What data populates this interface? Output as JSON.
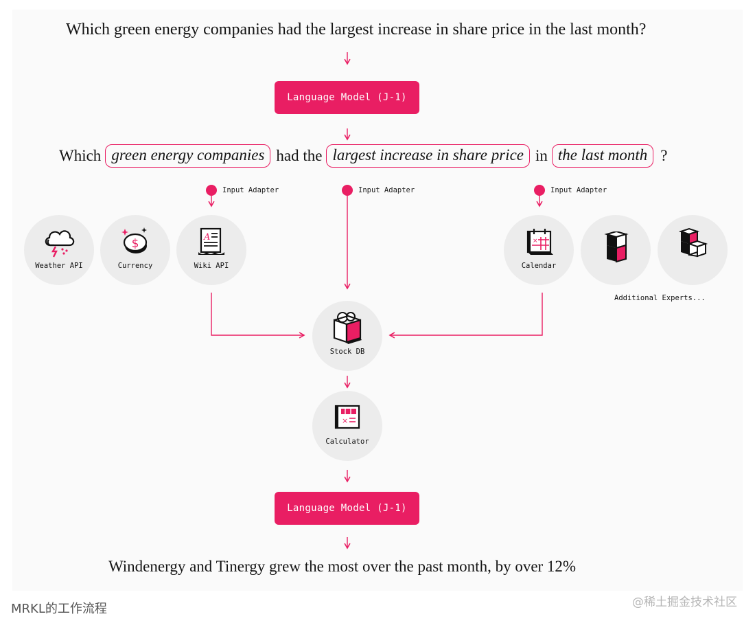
{
  "question": "Which green energy companies had the largest increase in share price in the last month?",
  "language_model_label": "Language Model (J-1)",
  "parsed_query": {
    "w1": "Which",
    "chip1": "green energy companies",
    "w2": "had the",
    "chip2": "largest increase in share price",
    "w3": "in",
    "chip3": "the last month",
    "end": "?"
  },
  "adapter_label": "Input Adapter",
  "experts": {
    "weather": "Weather API",
    "currency": "Currency",
    "wiki": "Wiki API",
    "calendar": "Calendar",
    "stock_db": "Stock DB",
    "calculator": "Calculator",
    "additional": "Additional Experts..."
  },
  "answer": "Windenergy and Tinergy grew the most over the past month, by over 12%",
  "caption_left": "MRKL的工作流程",
  "watermark": "@稀土掘金技术社区",
  "colors": {
    "accent": "#e91e63",
    "circle": "#ececec",
    "panel": "#fafafa"
  },
  "icons": [
    "storm-cloud-icon",
    "coin-icon",
    "document-icon",
    "calendar-icon",
    "stacked-cubes-icon",
    "box-icon",
    "calculator-icon"
  ]
}
